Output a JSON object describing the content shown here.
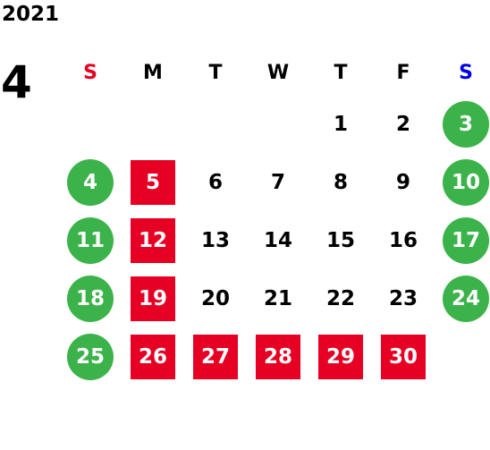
{
  "calendar": {
    "year": "2021",
    "month": "4",
    "weekdays": [
      {
        "label": "S",
        "color": "#e60023"
      },
      {
        "label": "M",
        "color": "#000000"
      },
      {
        "label": "T",
        "color": "#000000"
      },
      {
        "label": "W",
        "color": "#000000"
      },
      {
        "label": "T",
        "color": "#000000"
      },
      {
        "label": "F",
        "color": "#000000"
      },
      {
        "label": "S",
        "color": "#0000e6"
      }
    ],
    "colors": {
      "holiday_green": "#3cb34a",
      "closed_red": "#e60023"
    },
    "weeks": [
      [
        null,
        null,
        null,
        null,
        {
          "day": "1",
          "style": "plain"
        },
        {
          "day": "2",
          "style": "plain"
        },
        {
          "day": "3",
          "style": "green"
        }
      ],
      [
        {
          "day": "4",
          "style": "green"
        },
        {
          "day": "5",
          "style": "red"
        },
        {
          "day": "6",
          "style": "plain"
        },
        {
          "day": "7",
          "style": "plain"
        },
        {
          "day": "8",
          "style": "plain"
        },
        {
          "day": "9",
          "style": "plain"
        },
        {
          "day": "10",
          "style": "green"
        }
      ],
      [
        {
          "day": "11",
          "style": "green"
        },
        {
          "day": "12",
          "style": "red"
        },
        {
          "day": "13",
          "style": "plain"
        },
        {
          "day": "14",
          "style": "plain"
        },
        {
          "day": "15",
          "style": "plain"
        },
        {
          "day": "16",
          "style": "plain"
        },
        {
          "day": "17",
          "style": "green"
        }
      ],
      [
        {
          "day": "18",
          "style": "green"
        },
        {
          "day": "19",
          "style": "red"
        },
        {
          "day": "20",
          "style": "plain"
        },
        {
          "day": "21",
          "style": "plain"
        },
        {
          "day": "22",
          "style": "plain"
        },
        {
          "day": "23",
          "style": "plain"
        },
        {
          "day": "24",
          "style": "green"
        }
      ],
      [
        {
          "day": "25",
          "style": "green"
        },
        {
          "day": "26",
          "style": "red"
        },
        {
          "day": "27",
          "style": "red"
        },
        {
          "day": "28",
          "style": "red"
        },
        {
          "day": "29",
          "style": "red"
        },
        {
          "day": "30",
          "style": "red"
        },
        null
      ]
    ]
  }
}
